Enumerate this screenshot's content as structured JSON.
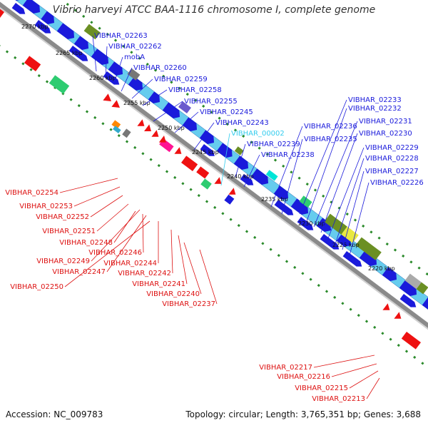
{
  "title": "Vibrio harveyi ATCC BAA-1116 chromosome I, complete genome",
  "footer": {
    "accession": "Accession: NC_009783",
    "summary": "Topology: circular; Length: 3,765,351 bp; Genes: 3,688"
  },
  "colors": {
    "forward_label": "#1a1adb",
    "reverse_label": "#dd1111",
    "highlight_label": "#33ccee",
    "backbone": "#8a8a8a",
    "cds_band": "#66ccee",
    "cds_gene": "#1a1adb",
    "reverse_gene": "#ee1111",
    "tick_dots": "#2a8a2a"
  },
  "scale_ticks": [
    "2270 kbp",
    "2265 kbp",
    "2260 kbp",
    "2255 kbp",
    "2250 kbp",
    "2245 kbp",
    "2240 kbp",
    "2235 kbp",
    "2230 kbp",
    "2225 kbp",
    "2220 kbp"
  ],
  "forward_labels": [
    "VIBHAR_02263",
    "VIBHAR_02262",
    "mobA",
    "VIBHAR_02260",
    "VIBHAR_02259",
    "VIBHAR_02258",
    "VIBHAR_02255",
    "VIBHAR_02245",
    "VIBHAR_02243",
    "VIBHAR_00002",
    "VIBHAR_02239",
    "VIBHAR_02238",
    "VIBHAR_02236",
    "VIBHAR_02235",
    "VIBHAR_02233",
    "VIBHAR_02232",
    "VIBHAR_02231",
    "VIBHAR_02230",
    "VIBHAR_02229",
    "VIBHAR_02228",
    "VIBHAR_02227",
    "VIBHAR_02226"
  ],
  "reverse_labels": [
    "VIBHAR_02254",
    "VIBHAR_02253",
    "VIBHAR_02252",
    "VIBHAR_02251",
    "VIBHAR_02248",
    "VIBHAR_02246",
    "VIBHAR_02249",
    "VIBHAR_02247",
    "VIBHAR_02250",
    "VIBHAR_02244",
    "VIBHAR_02242",
    "VIBHAR_02241",
    "VIBHAR_02240",
    "VIBHAR_02237",
    "VIBHAR_02217",
    "VIBHAR_02216",
    "VIBHAR_02215",
    "VIBHAR_02213"
  ]
}
